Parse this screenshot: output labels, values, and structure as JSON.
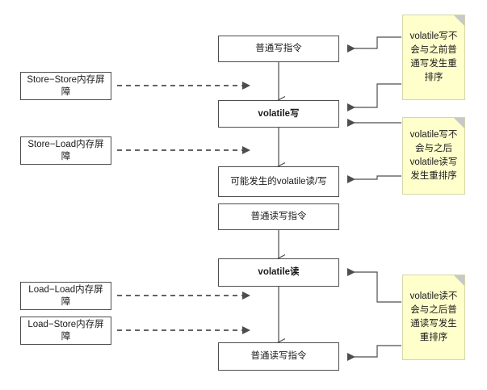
{
  "diagram": {
    "title": "volatile memory barrier insertion diagram",
    "colors": {
      "note_fill": "#ffffcc",
      "note_border": "#d6d6a8",
      "node_fill": "#ffffff",
      "node_border": "#4d4d4d",
      "connector": "#4d4d4d",
      "text": "#1a1a1a"
    },
    "sequence": [
      {
        "id": "normal-write",
        "label": "普通写指令",
        "bold": false
      },
      {
        "id": "volatile-write",
        "label": "volatile写",
        "bold": true
      },
      {
        "id": "possible-volatile-rw",
        "label": "可能发生的volatile读/写",
        "bold": false
      },
      {
        "id": "normal-rw-middle",
        "label": "普通读写指令",
        "bold": false
      },
      {
        "id": "volatile-read",
        "label": "volatile读",
        "bold": true
      },
      {
        "id": "normal-rw-bottom",
        "label": "普通读写指令",
        "bold": false
      }
    ],
    "barriers": [
      {
        "id": "store-store",
        "label": "Store−Store内存屏障"
      },
      {
        "id": "store-load",
        "label": "Store−Load内存屏障"
      },
      {
        "id": "load-load",
        "label": "Load−Load内存屏障"
      },
      {
        "id": "load-store",
        "label": "Load−Store内存屏障"
      }
    ],
    "notes": [
      {
        "id": "note-volatile-write-before",
        "text": "volatile写不会与之前普通写发生重排序"
      },
      {
        "id": "note-volatile-write-after",
        "text": "volatile写不会与之后volatile读写发生重排序"
      },
      {
        "id": "note-volatile-read-after",
        "text": "volatile读不会与之后普通读写发生重排序"
      }
    ]
  }
}
